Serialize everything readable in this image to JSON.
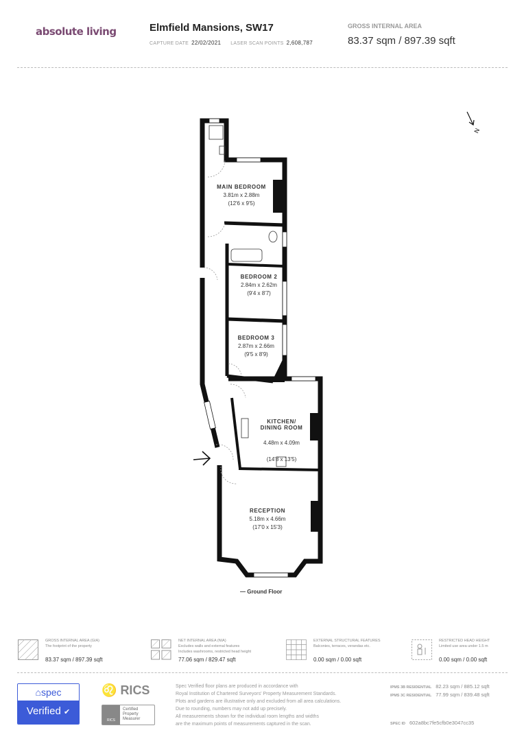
{
  "header": {
    "logo": "absolute living",
    "title": "Elmfield Mansions, SW17",
    "capture_date_label": "CAPTURE DATE",
    "capture_date": "22/02/2021",
    "laser_points_label": "LASER SCAN POINTS",
    "laser_points": "2,608,787",
    "gia_label": "GROSS INTERNAL AREA",
    "gia_value": "83.37 sqm / 897.39 sqft"
  },
  "plan": {
    "north_label": "N",
    "floor_label": "— Ground Floor",
    "rooms": [
      {
        "name": "MAIN BEDROOM",
        "metric": "3.81m x 2.88m",
        "imperial": "(12'6 x 9'5)"
      },
      {
        "name": "BEDROOM 2",
        "metric": "2.84m x 2.62m",
        "imperial": "(9'4 x 8'7)"
      },
      {
        "name": "BEDROOM 3",
        "metric": "2.87m x 2.66m",
        "imperial": "(9'5 x 8'9)"
      },
      {
        "name": "KITCHEN/\nDINING ROOM",
        "metric": "4.48m x 4.09m",
        "imperial": "(14'8 x 13'5)"
      },
      {
        "name": "RECEPTION",
        "metric": "5.18m x 4.66m",
        "imperial": "(17'0 x 15'3)"
      }
    ]
  },
  "legend": [
    {
      "title": "GROSS INTERNAL AREA (GIA)",
      "desc": "The footprint of the property",
      "desc2": "",
      "value": "83.37 sqm / 897.39 sqft",
      "icon": "hatched-square-icon"
    },
    {
      "title": "NET INTERNAL AREA (NIA)",
      "desc": "Excludes walls and external features",
      "desc2": "Includes washrooms, restricted head height",
      "value": "77.06 sqm / 829.47 sqft",
      "icon": "hatched-rooms-icon"
    },
    {
      "title": "EXTERNAL STRUCTURAL FEATURES",
      "desc": "Balconies, terraces, verandas etc.",
      "desc2": "",
      "value": "0.00 sqm / 0.00 sqft",
      "icon": "grid-icon"
    },
    {
      "title": "RESTRICTED HEAD HEIGHT",
      "desc": "Limited use area under 1.5 m",
      "desc2": "",
      "value": "0.00 sqm / 0.00 sqft",
      "icon": "person-height-icon"
    }
  ],
  "footer": {
    "spec_logo": "spec",
    "spec_verified": "Verified",
    "rics_logo": "RICS",
    "rics_cert": "Certified Property Measurer",
    "disclaimer": [
      "Spec Verified floor plans are produced in accordance with",
      "Royal Institution of Chartered Surveyors' Property Measurement Standards.",
      "Plots and gardens are illustrative only and excluded from all area calculations.",
      "Due to rounding, numbers may not add up precisely.",
      "All measurements shown for the individual room lengths and widths",
      "are the maximum points of measurements captured in the scan."
    ],
    "ipms3b_label": "IPMS 3B RESIDENTIAL",
    "ipms3b_value": "82.23 sqm / 885.12 sqft",
    "ipms3c_label": "IPMS 3C RESIDENTIAL",
    "ipms3c_value": "77.99 sqm / 839.48 sqft",
    "spec_id_label": "SPEC ID",
    "spec_id": "602a8bc7fe5cfb0e3047cc35"
  },
  "colors": {
    "brand": "#7a4a72",
    "spec_blue": "#3c5bd8",
    "wall": "#111111"
  }
}
